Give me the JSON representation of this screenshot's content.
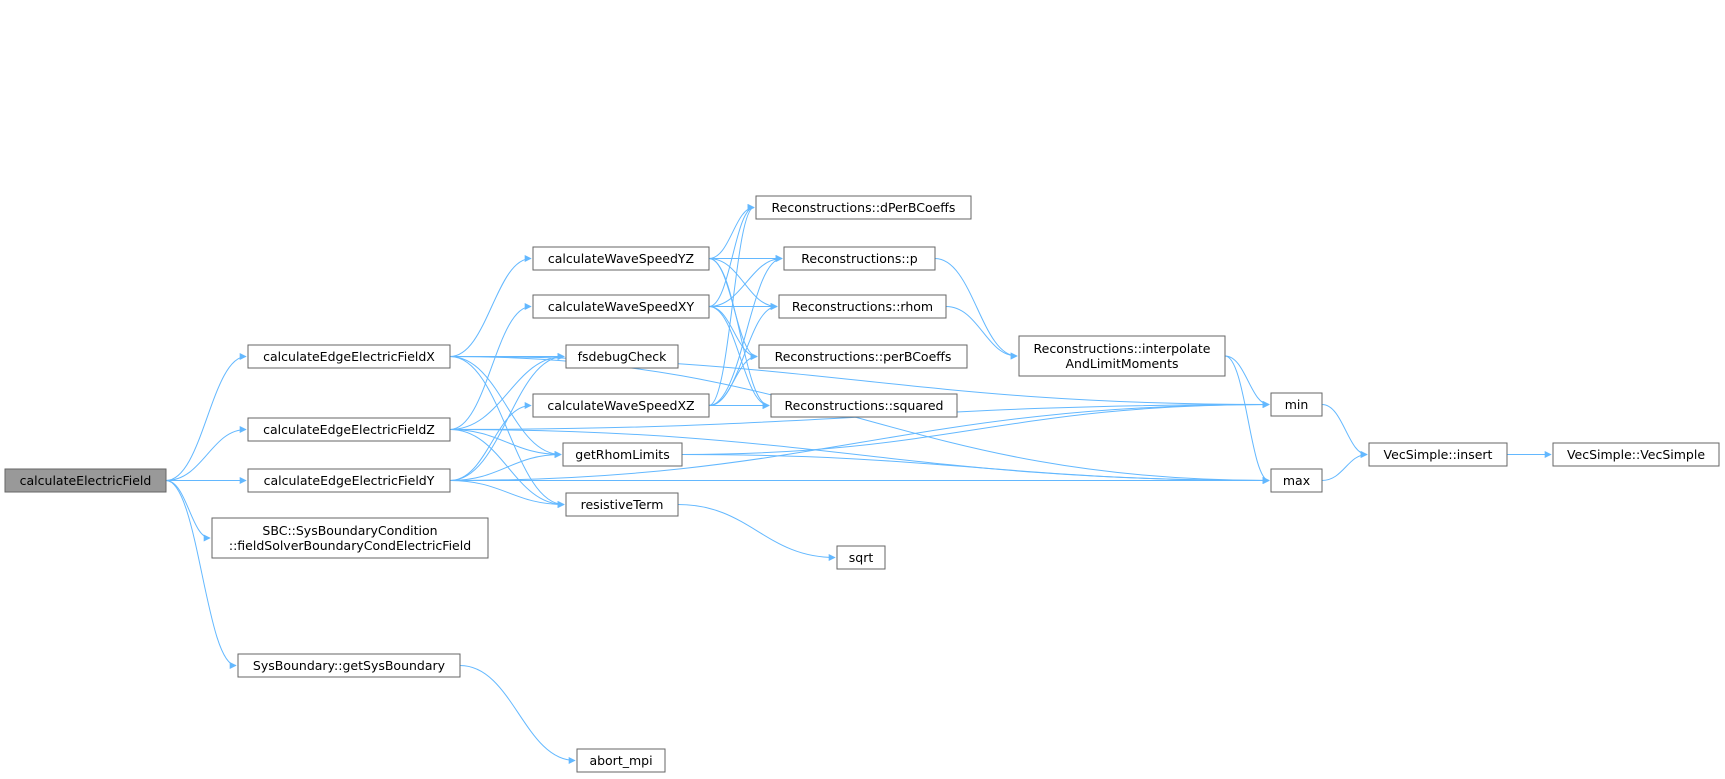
{
  "diagram": {
    "title": "",
    "edge_color": "#63b8ff",
    "root_fill": "#999999",
    "node_border": "#666666",
    "nodes": {
      "calculateElectricField": {
        "label": [
          "calculateElectricField"
        ]
      },
      "calcEdgeX": {
        "label": [
          "calculateEdgeElectricFieldX"
        ]
      },
      "calcEdgeZ": {
        "label": [
          "calculateEdgeElectricFieldZ"
        ]
      },
      "calcEdgeY": {
        "label": [
          "calculateEdgeElectricFieldY"
        ]
      },
      "sbcField": {
        "label": [
          "SBC::SysBoundaryCondition",
          "::fieldSolverBoundaryCondElectricField"
        ]
      },
      "getSysBoundary": {
        "label": [
          "SysBoundary::getSysBoundary"
        ]
      },
      "abortMpi": {
        "label": [
          "abort_mpi"
        ]
      },
      "waveYZ": {
        "label": [
          "calculateWaveSpeedYZ"
        ]
      },
      "waveXY": {
        "label": [
          "calculateWaveSpeedXY"
        ]
      },
      "waveXZ": {
        "label": [
          "calculateWaveSpeedXZ"
        ]
      },
      "fsdebug": {
        "label": [
          "fsdebugCheck"
        ]
      },
      "getRhom": {
        "label": [
          "getRhomLimits"
        ]
      },
      "resistive": {
        "label": [
          "resistiveTerm"
        ]
      },
      "sqrt": {
        "label": [
          "sqrt"
        ]
      },
      "dPerB": {
        "label": [
          "Reconstructions::dPerBCoeffs"
        ]
      },
      "reconP": {
        "label": [
          "Reconstructions::p"
        ]
      },
      "rhom": {
        "label": [
          "Reconstructions::rhom"
        ]
      },
      "perB": {
        "label": [
          "Reconstructions::perBCoeffs"
        ]
      },
      "squared": {
        "label": [
          "Reconstructions::squared"
        ]
      },
      "interp": {
        "label": [
          "Reconstructions::interpolate",
          "AndLimitMoments"
        ]
      },
      "min": {
        "label": [
          "min"
        ]
      },
      "max": {
        "label": [
          "max"
        ]
      },
      "vecInsert": {
        "label": [
          "VecSimple::insert"
        ]
      },
      "vecSimple": {
        "label": [
          "VecSimple::VecSimple"
        ]
      }
    },
    "edges": [
      [
        "calculateElectricField",
        "calcEdgeX"
      ],
      [
        "calculateElectricField",
        "calcEdgeZ"
      ],
      [
        "calculateElectricField",
        "calcEdgeY"
      ],
      [
        "calculateElectricField",
        "sbcField"
      ],
      [
        "calculateElectricField",
        "getSysBoundary"
      ],
      [
        "getSysBoundary",
        "abortMpi"
      ],
      [
        "calcEdgeX",
        "waveYZ"
      ],
      [
        "calcEdgeX",
        "fsdebug"
      ],
      [
        "calcEdgeX",
        "getRhom"
      ],
      [
        "calcEdgeX",
        "resistive"
      ],
      [
        "calcEdgeX",
        "min"
      ],
      [
        "calcEdgeX",
        "max"
      ],
      [
        "calcEdgeZ",
        "waveXY"
      ],
      [
        "calcEdgeZ",
        "fsdebug"
      ],
      [
        "calcEdgeZ",
        "getRhom"
      ],
      [
        "calcEdgeZ",
        "resistive"
      ],
      [
        "calcEdgeZ",
        "min"
      ],
      [
        "calcEdgeZ",
        "max"
      ],
      [
        "calcEdgeY",
        "waveXZ"
      ],
      [
        "calcEdgeY",
        "fsdebug"
      ],
      [
        "calcEdgeY",
        "getRhom"
      ],
      [
        "calcEdgeY",
        "resistive"
      ],
      [
        "calcEdgeY",
        "min"
      ],
      [
        "calcEdgeY",
        "max"
      ],
      [
        "waveYZ",
        "dPerB"
      ],
      [
        "waveYZ",
        "reconP"
      ],
      [
        "waveYZ",
        "rhom"
      ],
      [
        "waveYZ",
        "perB"
      ],
      [
        "waveYZ",
        "squared"
      ],
      [
        "waveXY",
        "dPerB"
      ],
      [
        "waveXY",
        "reconP"
      ],
      [
        "waveXY",
        "rhom"
      ],
      [
        "waveXY",
        "perB"
      ],
      [
        "waveXY",
        "squared"
      ],
      [
        "waveXZ",
        "dPerB"
      ],
      [
        "waveXZ",
        "reconP"
      ],
      [
        "waveXZ",
        "rhom"
      ],
      [
        "waveXZ",
        "perB"
      ],
      [
        "waveXZ",
        "squared"
      ],
      [
        "reconP",
        "interp"
      ],
      [
        "rhom",
        "interp"
      ],
      [
        "interp",
        "min"
      ],
      [
        "interp",
        "max"
      ],
      [
        "getRhom",
        "min"
      ],
      [
        "getRhom",
        "max"
      ],
      [
        "resistive",
        "sqrt"
      ],
      [
        "min",
        "vecInsert"
      ],
      [
        "max",
        "vecInsert"
      ],
      [
        "vecInsert",
        "vecSimple"
      ]
    ]
  }
}
